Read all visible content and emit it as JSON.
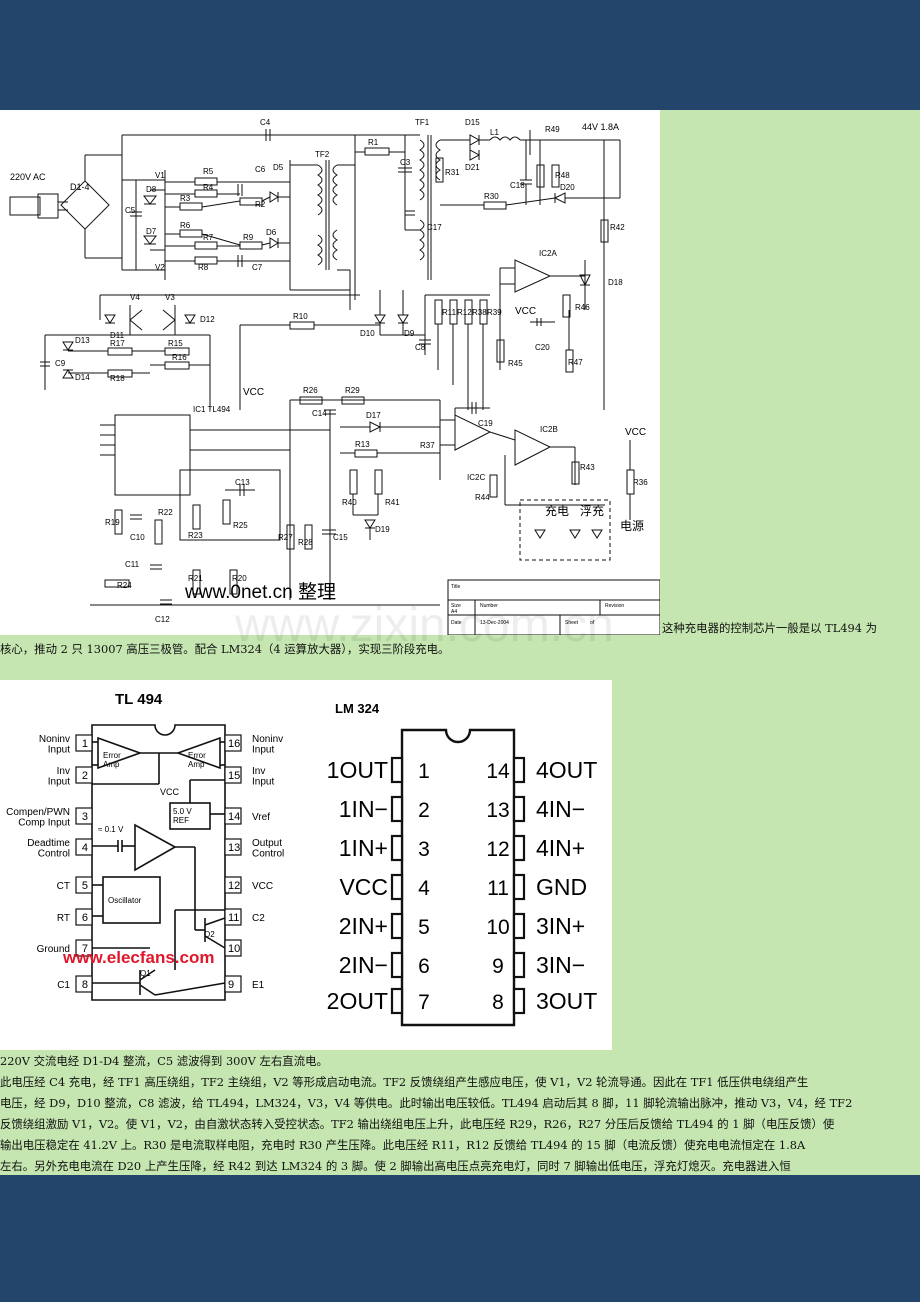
{
  "colors": {
    "header_band": "#23446b",
    "page_bg": "#c5e6b0",
    "panel_bg": "#ffffff",
    "watermark_red": "#e0162b"
  },
  "schematic": {
    "labels": {
      "ac_input": "220V AC",
      "bridge": "D1-4",
      "output_rating": "44V  1.8A",
      "vcc": "VCC",
      "tl494_ic": "IC1  TL494",
      "ic2a": "IC2A",
      "ic2b": "IC2B",
      "ic2c": "IC2C",
      "charge_label": "充电",
      "float_label": "浮充",
      "power_label": "电源",
      "website_watermark": "www.0net.cn  整理"
    },
    "components": {
      "C4": "C4",
      "TF1": "TF1",
      "D15": "D15",
      "L1": "L1",
      "R49": "R49",
      "R1": "R1",
      "C3": "C3",
      "R31": "R31",
      "TF2": "TF2",
      "D21": "D21",
      "C18": "C18",
      "R48": "R48",
      "D20": "D20",
      "R30": "R30",
      "C17": "C17",
      "V1": "V1",
      "V2": "V2",
      "V3": "V3",
      "V4": "V4",
      "D7": "D7",
      "D8": "D8",
      "D5": "D5",
      "D6": "D6",
      "R5": "R5",
      "R4": "R4",
      "R3": "R3",
      "R6": "R6",
      "R7": "R7",
      "R8": "R8",
      "R9": "R9",
      "R2": "R2",
      "C5": "C5",
      "C6": "C6",
      "C7": "C7",
      "R42": "R42",
      "D18": "D18",
      "D11": "D11",
      "D12": "D12",
      "D13": "D13",
      "D14": "D14",
      "C9": "C9",
      "R17": "R17",
      "R18": "R18",
      "R15": "R15",
      "R16": "R16",
      "R10": "R10",
      "D10": "D10",
      "D9": "D9",
      "C8": "C8",
      "R11": "R11",
      "R12": "R12",
      "R38": "R38",
      "R39": "R39",
      "R46": "R46",
      "C20": "C20",
      "R45": "R45",
      "R47": "R47",
      "R26": "R26",
      "R29": "R29",
      "C14": "C14",
      "D17": "D17",
      "R13": "R13",
      "C19": "C19",
      "R37": "R37",
      "R40": "R40",
      "R41": "R41",
      "D19": "D19",
      "R44": "R44",
      "R43": "R43",
      "R36": "R36",
      "C13": "C13",
      "R25": "R25",
      "R23": "R23",
      "R19": "R19",
      "C10": "C10",
      "R22": "R22",
      "C11": "C11",
      "R24": "R24",
      "R21": "R21",
      "R20": "R20",
      "C12": "C12",
      "R27": "R27",
      "R28": "R28",
      "C15": "C15"
    },
    "title_block": {
      "title": "Title",
      "size": "Size",
      "size_val": "A4",
      "number": "Number",
      "revision": "Revision",
      "date": "Date",
      "date_val": "13-Dec-2004",
      "sheet": "Sheet",
      "sheet_of": "of"
    }
  },
  "caption_1a": "这种充电器的控制芯片一般是以 TL494 为",
  "caption_1b": "核心，推动 2 只 13007 高压三极管。配合 LM324（4 运算放大器），实现三阶段充电。",
  "site_watermark": "www.zixin.com.cn",
  "tl494": {
    "title": "TL 494",
    "left_pins": [
      {
        "num": "1",
        "name": "Noninv\nInput"
      },
      {
        "num": "2",
        "name": "Inv\nInput"
      },
      {
        "num": "3",
        "name": "Compen/PWN\nComp Input"
      },
      {
        "num": "4",
        "name": "Deadtime\nControl"
      },
      {
        "num": "5",
        "name": "CT"
      },
      {
        "num": "6",
        "name": "RT"
      },
      {
        "num": "7",
        "name": "Ground"
      },
      {
        "num": "8",
        "name": "C1"
      }
    ],
    "right_pins": [
      {
        "num": "16",
        "name": "Noninv\nInput"
      },
      {
        "num": "15",
        "name": "Inv\nInput"
      },
      {
        "num": "14",
        "name": "Vref"
      },
      {
        "num": "13",
        "name": "Output\nControl"
      },
      {
        "num": "12",
        "name": "VCC"
      },
      {
        "num": "11",
        "name": "C2"
      },
      {
        "num": "10",
        "name": ""
      },
      {
        "num": "9",
        "name": "E1"
      }
    ],
    "internals": {
      "error_amp": "Error\nAmp",
      "ref_box": "5.0 V\nREF",
      "vcc_internal": "VCC",
      "deadtime_offset": "≈ 0.1 V",
      "oscillator": "Oscillator",
      "q1": "Q1",
      "q2": "Q2"
    },
    "watermark": "www.elecfans.com"
  },
  "lm324": {
    "title": "LM 324",
    "left_pins": [
      {
        "num": "1",
        "name": "1OUT"
      },
      {
        "num": "2",
        "name": "1IN−"
      },
      {
        "num": "3",
        "name": "1IN+"
      },
      {
        "num": "4",
        "name": "VCC"
      },
      {
        "num": "5",
        "name": "2IN+"
      },
      {
        "num": "6",
        "name": "2IN−"
      },
      {
        "num": "7",
        "name": "2OUT"
      }
    ],
    "right_pins": [
      {
        "num": "14",
        "name": "4OUT"
      },
      {
        "num": "13",
        "name": "4IN−"
      },
      {
        "num": "12",
        "name": "4IN+"
      },
      {
        "num": "11",
        "name": "GND"
      },
      {
        "num": "10",
        "name": "3IN+"
      },
      {
        "num": "9",
        "name": "3IN−"
      },
      {
        "num": "8",
        "name": "3OUT"
      }
    ]
  },
  "body_lines": [
    "220V 交流电经 D1-D4 整流，C5 滤波得到 300V 左右直流电。",
    "此电压经 C4 充电，经 TF1 高压绕组，TF2 主绕组，V2 等形成启动电流。TF2 反馈绕组产生感应电压，使 V1，V2 轮流导通。因此在 TF1 低压供电绕组产生",
    "电压，经 D9，D10 整流，C8 滤波，给 TL494，LM324，V3，V4 等供电。此时输出电压较低。TL494 启动后其 8 脚，11 脚轮流输出脉冲，推动 V3，V4，经 TF2",
    "反馈绕组激励 V1，V2。使 V1，V2，由自激状态转入受控状态。TF2 输出绕组电压上升，此电压经 R29，R26，R27 分压后反馈给 TL494 的 1 脚（电压反馈）使",
    "输出电压稳定在 41.2V 上。R30 是电流取样电阻，充电时 R30 产生压降。此电压经 R11，R12 反馈给 TL494 的 15 脚（电流反馈）使充电电流恒定在 1.8A",
    "左右。另外充电电流在 D20 上产生压降，经 R42 到达 LM324 的 3 脚。使 2 脚输出高电压点亮充电灯，同时 7 脚输出低电压，浮充灯熄灭。充电器进入恒"
  ]
}
